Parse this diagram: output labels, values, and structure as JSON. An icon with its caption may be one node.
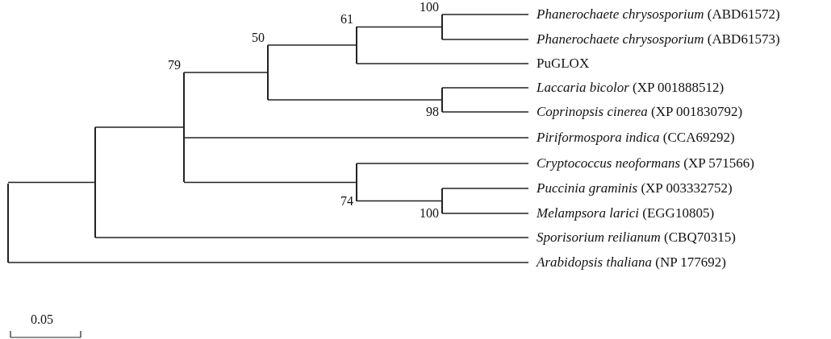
{
  "diagram": {
    "nodes": [
      {
        "text": [],
        "shape": "bar"
      },
      {
        "text": [],
        "shape": "bar"
      },
      {
        "text": [],
        "shape": "bar",
        "beside": [
          "79"
        ]
      },
      {
        "text": [],
        "shape": "bar",
        "beside": [
          "50"
        ]
      },
      {
        "text": [],
        "shape": "bar",
        "beside": [
          "61"
        ]
      },
      {
        "text": [],
        "shape": "bar",
        "beside": [
          "100"
        ]
      },
      {
        "text": [
          "*Phanerochaete chrysosporium* (ABD61572)"
        ]
      },
      {
        "text": [
          "*Phanerochaete chrysosporium* (ABD61573)"
        ]
      },
      {
        "text": [
          "PuGLOX"
        ]
      },
      {
        "text": [],
        "shape": "bar",
        "beside": [
          "98"
        ]
      },
      {
        "text": [
          "*Laccaria bicolor* (XP 001888512)"
        ]
      },
      {
        "text": [
          "*Coprinopsis cinerea* (XP 001830792)"
        ]
      },
      {
        "text": [
          "*Piriformospora indica* (CCA69292)"
        ]
      },
      {
        "text": [],
        "shape": "bar",
        "beside": [
          "74"
        ]
      },
      {
        "text": [
          "*Cryptococcus neoformans* (XP 571566)"
        ]
      },
      {
        "text": [],
        "shape": "bar",
        "beside": [
          "100"
        ]
      },
      {
        "text": [
          "*Puccinia graminis* (XP 003332752)"
        ]
      },
      {
        "text": [
          "*Melampsora larici* (EGG10805)"
        ]
      },
      {
        "text": [
          "*Sporisorium reilianum* (CBQ70315)"
        ]
      },
      {
        "text": [
          "*Arabidopsis thaliana* (NP 177692)"
        ]
      }
    ],
    "edges": [
      {
        "from": 0,
        "to": 1,
        "arrow": "none"
      },
      {
        "from": 1,
        "to": 2,
        "arrow": "none"
      },
      {
        "from": 2,
        "to": 3,
        "arrow": "none"
      },
      {
        "from": 3,
        "to": 4,
        "arrow": "none"
      },
      {
        "from": 4,
        "to": 5,
        "arrow": "none"
      },
      {
        "from": 5,
        "to": 6,
        "arrow": "none"
      },
      {
        "from": 5,
        "to": 7,
        "arrow": "none"
      },
      {
        "from": 4,
        "to": 8,
        "arrow": "none"
      },
      {
        "from": 3,
        "to": 9,
        "arrow": "none"
      },
      {
        "from": 9,
        "to": 10,
        "arrow": "none"
      },
      {
        "from": 9,
        "to": 11,
        "arrow": "none"
      },
      {
        "from": 2,
        "to": 12,
        "arrow": "none"
      },
      {
        "from": 2,
        "to": 13,
        "arrow": "none"
      },
      {
        "from": 13,
        "to": 14,
        "arrow": "none"
      },
      {
        "from": 13,
        "to": 15,
        "arrow": "none"
      },
      {
        "from": 15,
        "to": 16,
        "arrow": "none"
      },
      {
        "from": 15,
        "to": 17,
        "arrow": "none"
      },
      {
        "from": 1,
        "to": 18,
        "arrow": "none"
      },
      {
        "from": 0,
        "to": 19,
        "arrow": "none"
      }
    ],
    "labels": [
      "0.05"
    ]
  }
}
